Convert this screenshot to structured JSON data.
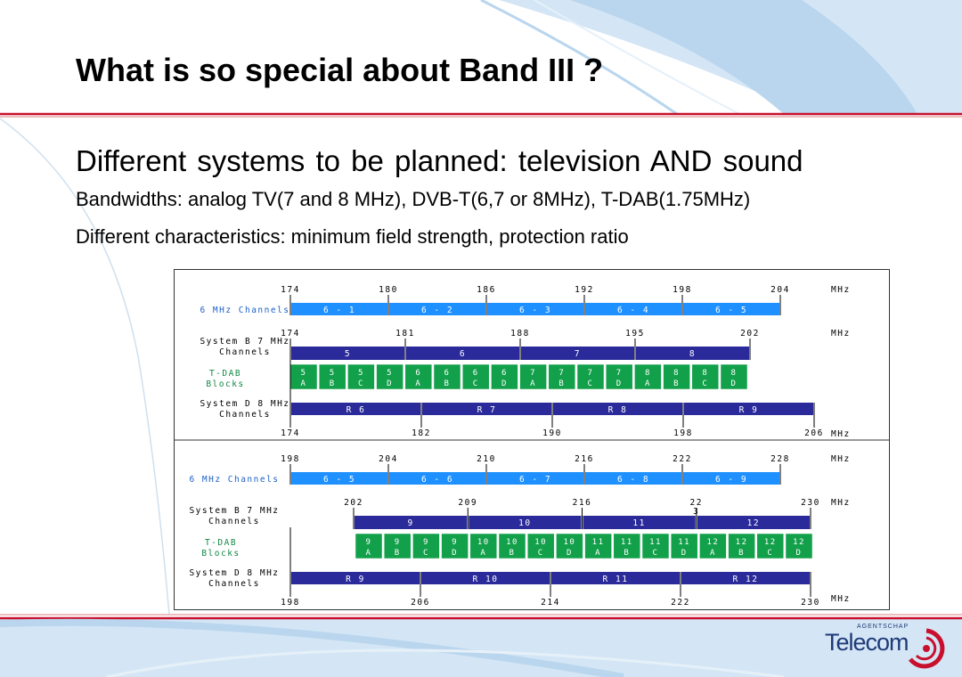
{
  "title": "What is so special about Band III ?",
  "bullets": [
    "Different systems to be planned: television AND sound",
    "Bandwidths: analog TV(7 and 8 MHz), DVB-T(6,7 or 8MHz), T-DAB(1.75MHz)",
    "Different characteristics: minimum field strength, protection ratio"
  ],
  "logo": {
    "small": "AGENTSCHAP",
    "word": "Telecom"
  },
  "colors": {
    "tv_channel": "#1e90ff",
    "system_channel": "#2a2a9a",
    "dab_block": "#12a04a",
    "header_line": "#c8102e",
    "background_blue": "#d4e6f5"
  },
  "diagram": {
    "panels": [
      {
        "rows": {
          "ch6_ticks": [
            "174",
            "180",
            "186",
            "192",
            "198",
            "204"
          ],
          "ch6_unit": "MHz",
          "ch6_label": "6 MHz Channels",
          "ch6_channels": [
            "6 - 1",
            "6 - 2",
            "6 - 3",
            "6 - 4",
            "6 - 5"
          ],
          "sysb_ticks": [
            "174",
            "181",
            "188",
            "195",
            "202"
          ],
          "sysb_unit": "MHz",
          "sysb_label": [
            "System B 7 MHz",
            "Channels"
          ],
          "sysb_channels": [
            "5",
            "6",
            "7",
            "8"
          ],
          "dab_label": [
            "T-DAB",
            "Blocks"
          ],
          "dab_blocks": [
            [
              "5",
              "A"
            ],
            [
              "5",
              "B"
            ],
            [
              "5",
              "C"
            ],
            [
              "5",
              "D"
            ],
            [
              "6",
              "A"
            ],
            [
              "6",
              "B"
            ],
            [
              "6",
              "C"
            ],
            [
              "6",
              "D"
            ],
            [
              "7",
              "A"
            ],
            [
              "7",
              "B"
            ],
            [
              "7",
              "C"
            ],
            [
              "7",
              "D"
            ],
            [
              "8",
              "A"
            ],
            [
              "8",
              "B"
            ],
            [
              "8",
              "C"
            ],
            [
              "8",
              "D"
            ]
          ],
          "sysd_label": [
            "System D 8 MHz",
            "Channels"
          ],
          "sysd_channels": [
            "R 6",
            "R 7",
            "R 8",
            "R 9"
          ],
          "sysd_ticks": [
            "174",
            "182",
            "190",
            "198",
            "206"
          ],
          "sysd_unit": "MHz"
        }
      },
      {
        "rows": {
          "ch6_ticks": [
            "198",
            "204",
            "210",
            "216",
            "222",
            "228"
          ],
          "ch6_unit": "MHz",
          "ch6_label": "6 MHz Channels",
          "ch6_channels": [
            "6 - 5",
            "6 - 6",
            "6 - 7",
            "6 - 8",
            "6 - 9"
          ],
          "sysb_ticks": [
            "202",
            "209",
            "216",
            "22\n3",
            "230"
          ],
          "sysb_unit": "MHz",
          "sysb_label": [
            "System B 7 MHz",
            "Channels"
          ],
          "sysb_channels": [
            "9",
            "10",
            "11",
            "12"
          ],
          "dab_label": [
            "T-DAB",
            "Blocks"
          ],
          "dab_blocks": [
            [
              "9",
              "A"
            ],
            [
              "9",
              "B"
            ],
            [
              "9",
              "C"
            ],
            [
              "9",
              "D"
            ],
            [
              "10",
              "A"
            ],
            [
              "10",
              "B"
            ],
            [
              "10",
              "C"
            ],
            [
              "10",
              "D"
            ],
            [
              "11",
              "A"
            ],
            [
              "11",
              "B"
            ],
            [
              "11",
              "C"
            ],
            [
              "11",
              "D"
            ],
            [
              "12",
              "A"
            ],
            [
              "12",
              "B"
            ],
            [
              "12",
              "C"
            ],
            [
              "12",
              "D"
            ]
          ],
          "sysd_label": [
            "System D 8 MHz",
            "Channels"
          ],
          "sysd_channels": [
            "R 9",
            "R 10",
            "R 11",
            "R 12"
          ],
          "sysd_ticks": [
            "198",
            "206",
            "214",
            "222",
            "230"
          ],
          "sysd_unit": "MHz"
        }
      }
    ]
  }
}
